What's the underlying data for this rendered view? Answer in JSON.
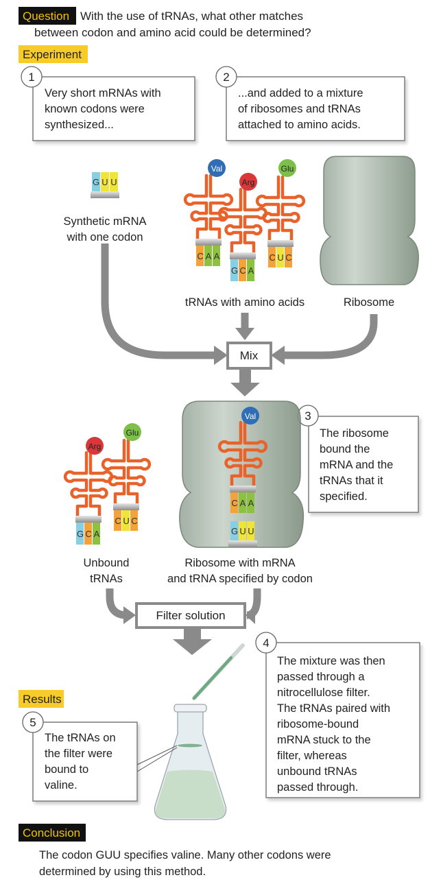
{
  "question": {
    "label": "Question",
    "lines": [
      "With the use of tRNAs, what other matches",
      "between codon and amino acid could be determined?"
    ]
  },
  "experiment": {
    "label": "Experiment"
  },
  "steps": [
    {
      "number": "1",
      "lines": [
        "Very short mRNAs with",
        "known codons were",
        "synthesized..."
      ]
    },
    {
      "number": "2",
      "lines": [
        "...and added to a mixture",
        "of ribosomes and tRNAs",
        "attached to amino acids."
      ]
    },
    {
      "number": "3",
      "lines": [
        "The ribosome",
        "bound the",
        "mRNA and the",
        "tRNAs that it",
        "specified."
      ]
    },
    {
      "number": "4",
      "lines": [
        "The mixture was then",
        "passed through a",
        "nitrocellulose filter.",
        "The tRNAs paired with",
        "ribosome-bound",
        "mRNA stuck to the",
        "filter, whereas",
        "unbound tRNAs",
        "passed through."
      ]
    },
    {
      "number": "5",
      "lines": [
        "The tRNAs on",
        "the filter were",
        "bound to",
        "valine."
      ]
    }
  ],
  "mrna": {
    "codon": [
      "G",
      "U",
      "U"
    ],
    "label_lines": [
      "Synthetic mRNA",
      "with one codon"
    ]
  },
  "trnas": [
    {
      "amino_acid": "Val",
      "anticodon": [
        "C",
        "A",
        "A"
      ],
      "color": "#2f6db5"
    },
    {
      "amino_acid": "Arg",
      "anticodon": [
        "G",
        "C",
        "A"
      ],
      "color": "#d9383a"
    },
    {
      "amino_acid": "Glu",
      "anticodon": [
        "C",
        "U",
        "C"
      ],
      "color": "#7cc04a"
    }
  ],
  "base_colors": {
    "C": "#f4a23a",
    "A": "#8cc23f",
    "G": "#86cfe4",
    "U": "#eee43a"
  },
  "trnas_label": "tRNAs with amino acids",
  "ribosome_label": "Ribosome",
  "mix_label": "Mix",
  "unbound_label_lines": [
    "Unbound",
    "tRNAs"
  ],
  "bound_label_lines": [
    "Ribosome with mRNA",
    "and tRNA specified by codon"
  ],
  "filter_label": "Filter solution",
  "results": {
    "label": "Results"
  },
  "conclusion": {
    "label": "Conclusion",
    "lines": [
      "The codon GUU specifies valine. Many other codons were",
      "determined by using this method."
    ]
  }
}
